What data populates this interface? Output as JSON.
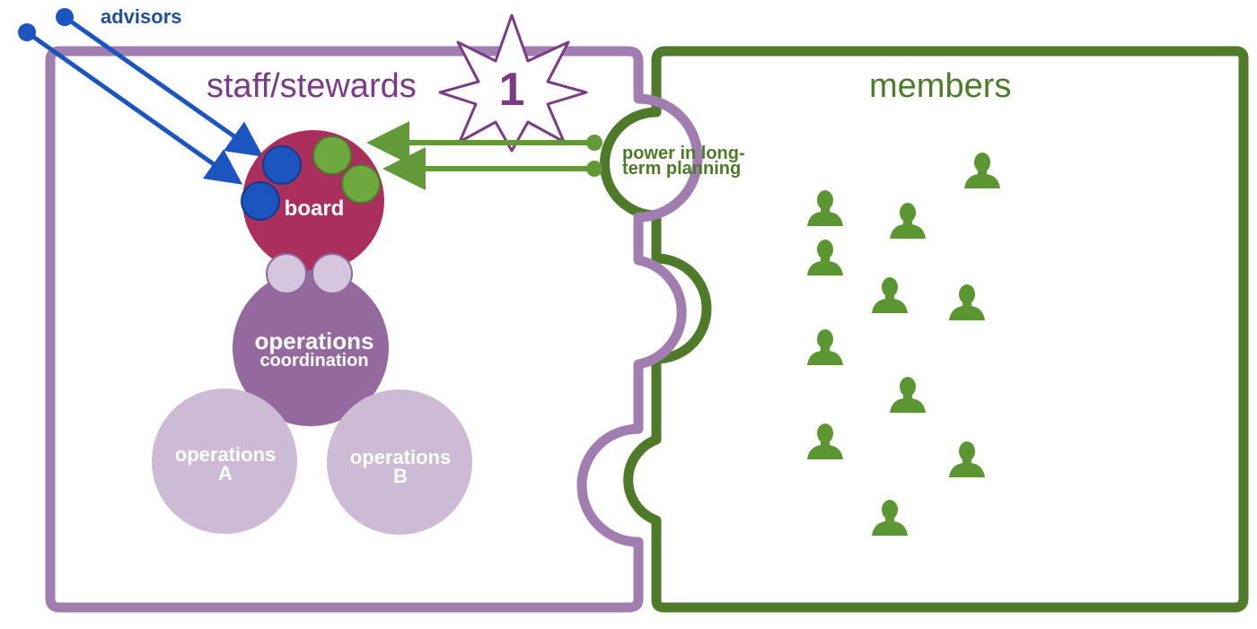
{
  "labels": {
    "advisors": "advisors",
    "staff": "staff/stewards",
    "members": "members",
    "badge": "1",
    "power_line1": "power in long-",
    "power_line2": "term planning",
    "board": "board",
    "ops_coord_line1": "operations",
    "ops_coord_line2": "coordination",
    "ops_a_line1": "operations",
    "ops_a_line2": "A",
    "ops_b_line1": "operations",
    "ops_b_line2": "B"
  },
  "colors": {
    "staff_border": "#a07eb0",
    "members_border": "#4f7a2a",
    "staff_text": "#7b3b86",
    "members_text": "#4f7a2a",
    "advisors_blue": "#1c55c0",
    "board_fill": "#ab2f5c",
    "ops_coord_fill": "#93699e",
    "ops_light_fill": "#cdbad5",
    "member_green": "#5b9632",
    "arrow_green": "#64993a"
  },
  "icons": {
    "member": "person-icon",
    "badge": "star-badge-icon"
  }
}
